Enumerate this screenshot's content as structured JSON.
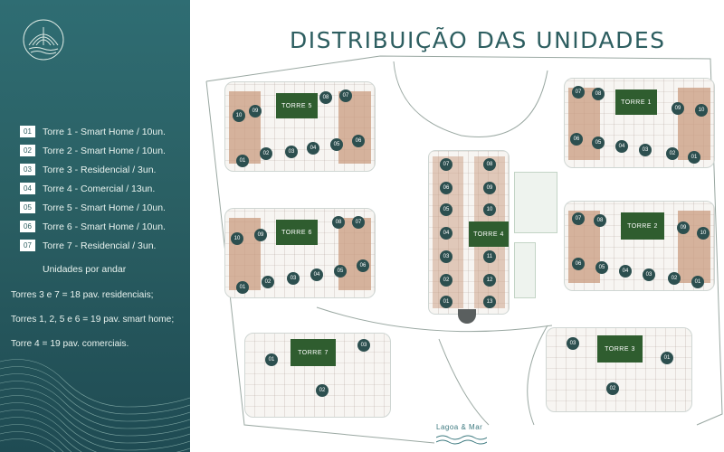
{
  "title": "DISTRIBUIÇÃO DAS UNIDADES",
  "legend": [
    {
      "num": "01",
      "text": "Torre 1 - Smart Home / 10un."
    },
    {
      "num": "02",
      "text": "Torre 2 - Smart Home / 10un."
    },
    {
      "num": "03",
      "text": "Torre 3 - Residencial / 3un."
    },
    {
      "num": "04",
      "text": "Torre 4 - Comercial / 13un."
    },
    {
      "num": "05",
      "text": "Torre 5 - Smart Home / 10un."
    },
    {
      "num": "06",
      "text": "Torre 6 - Smart Home / 10un."
    },
    {
      "num": "07",
      "text": "Torre 7 - Residencial / 3un."
    }
  ],
  "per_floor_title": "Unidades por andar",
  "notes": [
    "Torres 3 e 7 = 18 pav. residenciais;",
    "Torres 1, 2, 5 e 6 = 19 pav. smart home;",
    "Torre 4 = 19 pav. comerciais."
  ],
  "towers": {
    "t1": {
      "label": "TORRE 1"
    },
    "t2": {
      "label": "TORRE 2"
    },
    "t3": {
      "label": "TORRE 3"
    },
    "t4": {
      "label": "TORRE 4"
    },
    "t5": {
      "label": "TORRE 5"
    },
    "t6": {
      "label": "TORRE 6"
    },
    "t7": {
      "label": "TORRE 7"
    }
  },
  "brand": "Lagoa & Mar",
  "colors": {
    "panel": "#2f6d73",
    "accent": "#2d5e60",
    "tower_label": "#2f5d2f",
    "unit_marker": "#2c4f4f"
  }
}
